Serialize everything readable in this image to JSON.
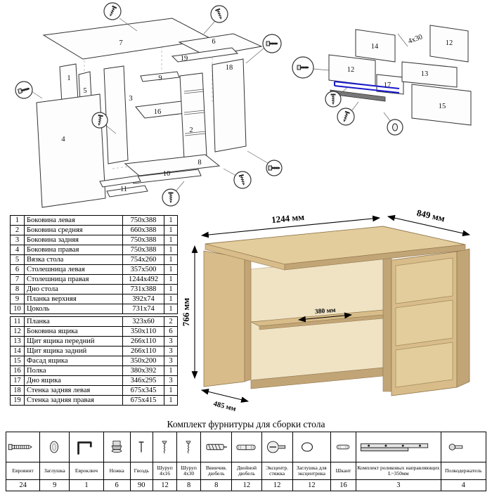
{
  "diagram": {
    "left_labels": [
      "7",
      "6",
      "19",
      "18",
      "5",
      "3",
      "9",
      "16",
      "2",
      "8",
      "10",
      "4",
      "11",
      "1"
    ],
    "right_labels": [
      "14",
      "12",
      "12",
      "13",
      "17",
      "15"
    ],
    "screw_note": "4x30"
  },
  "desk": {
    "dim_width": "1244 мм",
    "dim_depth": "849 мм",
    "dim_height": "766 мм",
    "dim_shelf": "380 мм",
    "dim_leg": "485 мм"
  },
  "colors": {
    "wood": "#d8bd8a",
    "wood_dark": "#c2a576",
    "wood_light": "#e3cd9c",
    "wall": "#efe3c4",
    "highlight_blue": "#1818cc"
  },
  "parts_table": {
    "rows": [
      {
        "num": "1",
        "name": "Боковина левая",
        "size": "750x388",
        "qty": "1"
      },
      {
        "num": "2",
        "name": "Боковина средняя",
        "size": "660x388",
        "qty": "1"
      },
      {
        "num": "3",
        "name": "Боковина задняя",
        "size": "750x388",
        "qty": "1"
      },
      {
        "num": "4",
        "name": "Боковина правая",
        "size": "750x388",
        "qty": "1"
      },
      {
        "num": "5",
        "name": "Вязка стола",
        "size": "754x260",
        "qty": "1"
      },
      {
        "num": "6",
        "name": "Столешница левая",
        "size": "357x500",
        "qty": "1"
      },
      {
        "num": "7",
        "name": "Столешница правая",
        "size": "1244x492",
        "qty": "1"
      },
      {
        "num": "8",
        "name": "Дно стола",
        "size": "731x388",
        "qty": "1"
      },
      {
        "num": "9",
        "name": "Планка верхняя",
        "size": "392x74",
        "qty": "1"
      },
      {
        "num": "10",
        "name": "Цоколь",
        "size": "731x74",
        "qty": "1"
      },
      {
        "num": "11",
        "name": "Планка",
        "size": "323x60",
        "qty": "2"
      },
      {
        "num": "12",
        "name": "Боковина ящика",
        "size": "350x110",
        "qty": "6"
      },
      {
        "num": "13",
        "name": "Щит ящика передний",
        "size": "266x110",
        "qty": "3"
      },
      {
        "num": "14",
        "name": "Щит ящика задний",
        "size": "266x110",
        "qty": "3"
      },
      {
        "num": "15",
        "name": "Фасад ящика",
        "size": "350x200",
        "qty": "3"
      },
      {
        "num": "16",
        "name": "Полка",
        "size": "380x392",
        "qty": "1"
      },
      {
        "num": "17",
        "name": "Дно ящика",
        "size": "346x295",
        "qty": "3"
      },
      {
        "num": "18",
        "name": "Стенка задняя левая",
        "size": "675x345",
        "qty": "1"
      },
      {
        "num": "19",
        "name": "Стенка задняя правая",
        "size": "675x415",
        "qty": "1"
      }
    ]
  },
  "hardware": {
    "title": "Комплект фурнитуры для сборки стола",
    "items": [
      {
        "name": "Евровинт",
        "qty": "24",
        "icon": "eurovint-icon"
      },
      {
        "name": "Заглушка",
        "qty": "9",
        "icon": "cap-icon"
      },
      {
        "name": "Евроключ",
        "qty": "1",
        "icon": "hex-key-icon"
      },
      {
        "name": "Ножка",
        "qty": "6",
        "icon": "leg-icon"
      },
      {
        "name": "Гвоздь",
        "qty": "90",
        "icon": "nail-icon"
      },
      {
        "name": "Шуруп 4x16",
        "qty": "12",
        "icon": "screw-icon"
      },
      {
        "name": "Шуруп 4x30",
        "qty": "8",
        "icon": "screw-icon"
      },
      {
        "name": "Ввинчив. дюбель",
        "qty": "8",
        "icon": "threaded-dowel-icon"
      },
      {
        "name": "Двойной дюбель",
        "qty": "12",
        "icon": "double-dowel-icon"
      },
      {
        "name": "Эксцентр. стяжка",
        "qty": "12",
        "icon": "cam-lock-icon"
      },
      {
        "name": "Заглушка для эксцентрика",
        "qty": "12",
        "icon": "cam-cap-icon"
      },
      {
        "name": "Шкант",
        "qty": "16",
        "icon": "dowel-icon"
      },
      {
        "name": "Комплект роликовых направляющих L~350мм",
        "qty": "3",
        "icon": "drawer-slide-icon"
      },
      {
        "name": "Полкодержатель",
        "qty": "4",
        "icon": "shelf-pin-icon"
      }
    ]
  }
}
